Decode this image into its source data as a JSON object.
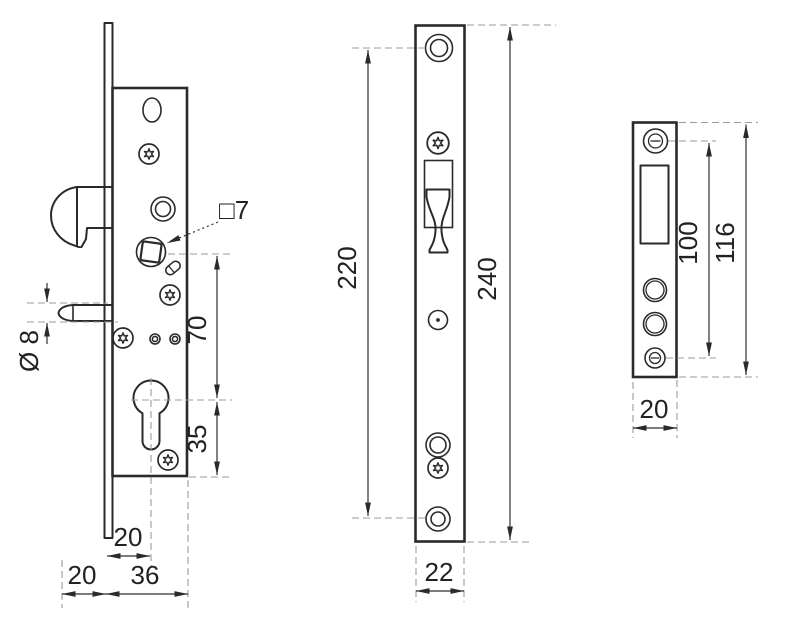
{
  "figure": {
    "kind": "technical-drawing",
    "subject": "Mortise hook-bolt door lock: side view, faceplate front view and strike plate",
    "background": "#ffffff",
    "line_color": "#2a2a2a",
    "extension_line_color": "#9b9b9b"
  },
  "side_view": {
    "spindle_label": "□7",
    "pin_diameter_label": "Ø 8",
    "dim_spindle_to_cylinder_mm": "70",
    "dim_cylinder_to_case_bottom_mm": "35",
    "dim_backset_mm": "20",
    "dim_front_offset_mm": "20",
    "dim_case_depth_mm": "36"
  },
  "faceplate_view": {
    "dim_fixing_hole_spacing_mm": "220",
    "dim_faceplate_length_mm": "240",
    "dim_faceplate_width_mm": "22"
  },
  "strike_plate_view": {
    "dim_hole_spacing_mm": "100",
    "dim_plate_length_mm": "116",
    "dim_plate_width_mm": "20"
  }
}
